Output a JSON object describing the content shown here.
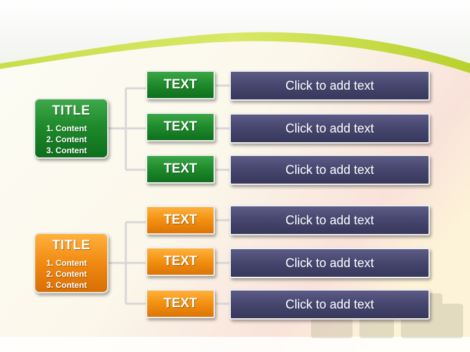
{
  "colors": {
    "green": "#1f8a2c",
    "orange": "#f08a12",
    "dark_box": "#474770",
    "accent_swoosh": "#b8d431"
  },
  "groups": [
    {
      "title": "TITLE",
      "contents": [
        "1. Content",
        "2. Content",
        "3. Content"
      ],
      "rows": [
        {
          "label": "TEXT",
          "text": "Click to add text"
        },
        {
          "label": "TEXT",
          "text": "Click to add text"
        },
        {
          "label": "TEXT",
          "text": "Click to add text"
        }
      ]
    },
    {
      "title": "TITLE",
      "contents": [
        "1. Content",
        "2. Content",
        "3. Content"
      ],
      "rows": [
        {
          "label": "TEXT",
          "text": "Click to add text"
        },
        {
          "label": "TEXT",
          "text": "Click to add text"
        },
        {
          "label": "TEXT",
          "text": "Click to add text"
        }
      ]
    }
  ]
}
